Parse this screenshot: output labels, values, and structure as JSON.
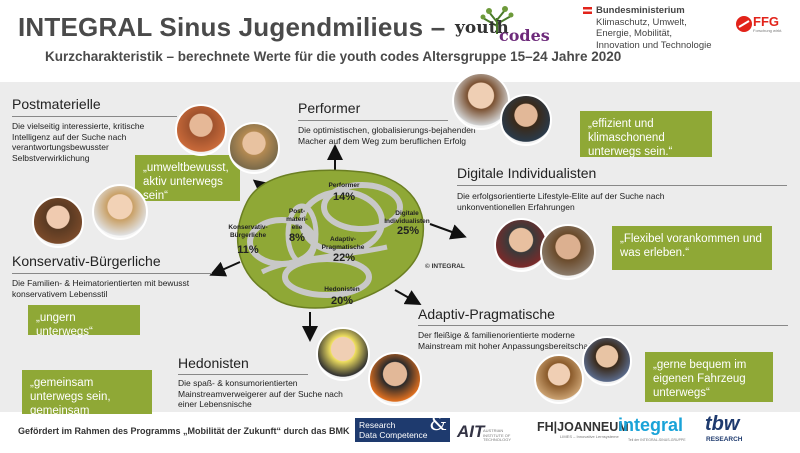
{
  "header": {
    "title": "INTEGRAL Sinus Jugendmilieus –",
    "subtitle": "Kurzcharakteristik – berechnete Werte für die youth codes Altersgruppe 15–24 Jahre 2020"
  },
  "logos": {
    "youth_codes": {
      "youth": "youth",
      "codes": "codes"
    },
    "bmk": {
      "line1": "Bundesministerium",
      "line2": "Klimaschutz, Umwelt,",
      "line3": "Energie, Mobilität,",
      "line4": "Innovation und Technologie"
    },
    "ffg": {
      "name": "FFG",
      "tagline": "Forschung wirkt."
    }
  },
  "segments": {
    "postmaterielle": {
      "name": "Postmaterielle",
      "description": "Die vielseitig interessierte, kritische Intelligenz auf der Suche nach verantwortungsbewusster Selbstverwirklichung",
      "quote": "„umweltbewusst, aktiv unterwegs sein“"
    },
    "performer": {
      "name": "Performer",
      "description": "Die optimistischen, globalisierungs-bejahenden Macher auf dem Weg zum beruflichen Erfolg",
      "quote": "„effizient und klimaschonend unterwegs sein.“"
    },
    "digitale": {
      "name": "Digitale Individualisten",
      "description": "Die erfolgsorientierte Lifestyle-Elite auf der Suche nach unkonventionellen Erfahrungen",
      "quote": "„Flexibel vorankommen und was erleben.“"
    },
    "konservativ": {
      "name": "Konservativ-Bürgerliche",
      "description": "Die Familien- & Heimatorientierten mit bewusst konservativem Lebensstil",
      "quote": "„ungern unterwegs“"
    },
    "hedonisten": {
      "name": "Hedonisten",
      "description": "Die spaß- & konsumorientierten Mainstreamverweigerer auf der Suche nach einer Lebensnische",
      "quote": "„gemeinsam unterwegs sein, gemeinsam Fahrzeuge nutzen“"
    },
    "adaptiv": {
      "name": "Adaptiv-Pragmatische",
      "description": "Der fleißige & familienorientierte moderne Mainstream mit hoher Anpassungsbereitschaft",
      "quote": "„gerne bequem im eigenen Fahrzeug unterwegs“"
    }
  },
  "milieu_map": {
    "konservativ": {
      "label": "Konservativ-Bürgerliche",
      "value": "11%"
    },
    "postmaterielle": {
      "label": "Post-materi-elle",
      "value": "8%"
    },
    "performer": {
      "label": "Performer",
      "value": "14%"
    },
    "digitale": {
      "label": "Digitale Individualisten",
      "value": "25%"
    },
    "adaptiv": {
      "label": "Adaptiv-Pragmatische",
      "value": "22%"
    },
    "hedonisten": {
      "label": "Hedonisten",
      "value": "20%"
    },
    "copyright": "© INTEGRAL",
    "fill_color": "#8fa836",
    "overlap_color": "#c8c8c8"
  },
  "footer": {
    "funding_text": "Gefördert im Rahmen des Programms „Mobilität der Zukunft“ durch das BMK",
    "logos": {
      "rdc_line1": "Research",
      "rdc_line2": "Data Competence",
      "ait": "AIT",
      "ait_sub": "AUSTRIAN INSTITUTE OF TECHNOLOGY",
      "fh": "FH|JOANNEUM",
      "fh_sub": "LIMES – Innovative Lernsysteme",
      "integral": "integral",
      "integral_sub": "Teil der INTEGRAL-SINUS-GRUPPE",
      "tbw": "tbw",
      "tbw_sub": "RESEARCH"
    }
  },
  "colors": {
    "accent_green": "#8fa836",
    "panel_gray": "#ececec",
    "title_gray": "#4a4a4a"
  }
}
